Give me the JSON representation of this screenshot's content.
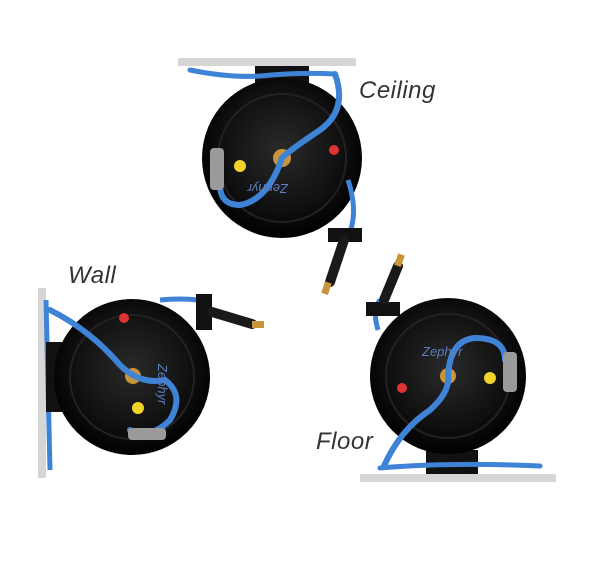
{
  "labels": {
    "ceiling": "Ceiling",
    "wall": "Wall",
    "floor": "Floor"
  },
  "brand": "Zephyr",
  "colors": {
    "hose": "#3f83d6",
    "reel": "#0d0d0d",
    "mount_surface": "#cfcfcf",
    "brass": "#c8953a",
    "handle": "#1a1a1a"
  }
}
